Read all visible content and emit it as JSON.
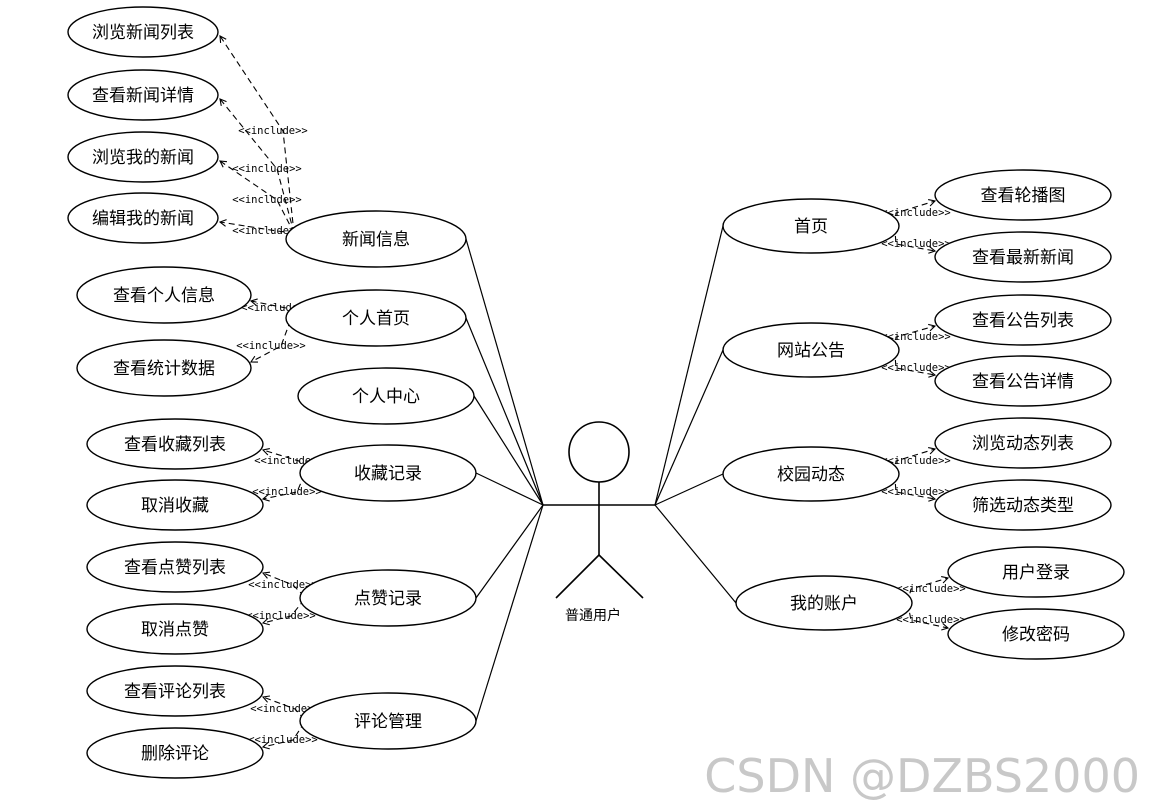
{
  "actor": {
    "label": "普通用户"
  },
  "include_label": "<<include>>",
  "watermark": "CSDN @DZBS2000",
  "colors": {
    "stroke": "#000000",
    "background": "#ffffff",
    "watermark": "#c8c8c8"
  },
  "groups": [
    {
      "id": "news",
      "label": "新闻信息",
      "children": [
        "浏览新闻列表",
        "查看新闻详情",
        "浏览我的新闻",
        "编辑我的新闻"
      ]
    },
    {
      "id": "personal-home",
      "label": "个人首页",
      "children": [
        "查看个人信息",
        "查看统计数据"
      ]
    },
    {
      "id": "personal-center",
      "label": "个人中心",
      "children": []
    },
    {
      "id": "favorites",
      "label": "收藏记录",
      "children": [
        "查看收藏列表",
        "取消收藏"
      ]
    },
    {
      "id": "likes",
      "label": "点赞记录",
      "children": [
        "查看点赞列表",
        "取消点赞"
      ]
    },
    {
      "id": "comments",
      "label": "评论管理",
      "children": [
        "查看评论列表",
        "删除评论"
      ]
    },
    {
      "id": "home",
      "label": "首页",
      "children": [
        "查看轮播图",
        "查看最新新闻"
      ]
    },
    {
      "id": "announcements",
      "label": "网站公告",
      "children": [
        "查看公告列表",
        "查看公告详情"
      ]
    },
    {
      "id": "campus",
      "label": "校园动态",
      "children": [
        "浏览动态列表",
        "筛选动态类型"
      ]
    },
    {
      "id": "account",
      "label": "我的账户",
      "children": [
        "用户登录",
        "修改密码"
      ]
    }
  ]
}
